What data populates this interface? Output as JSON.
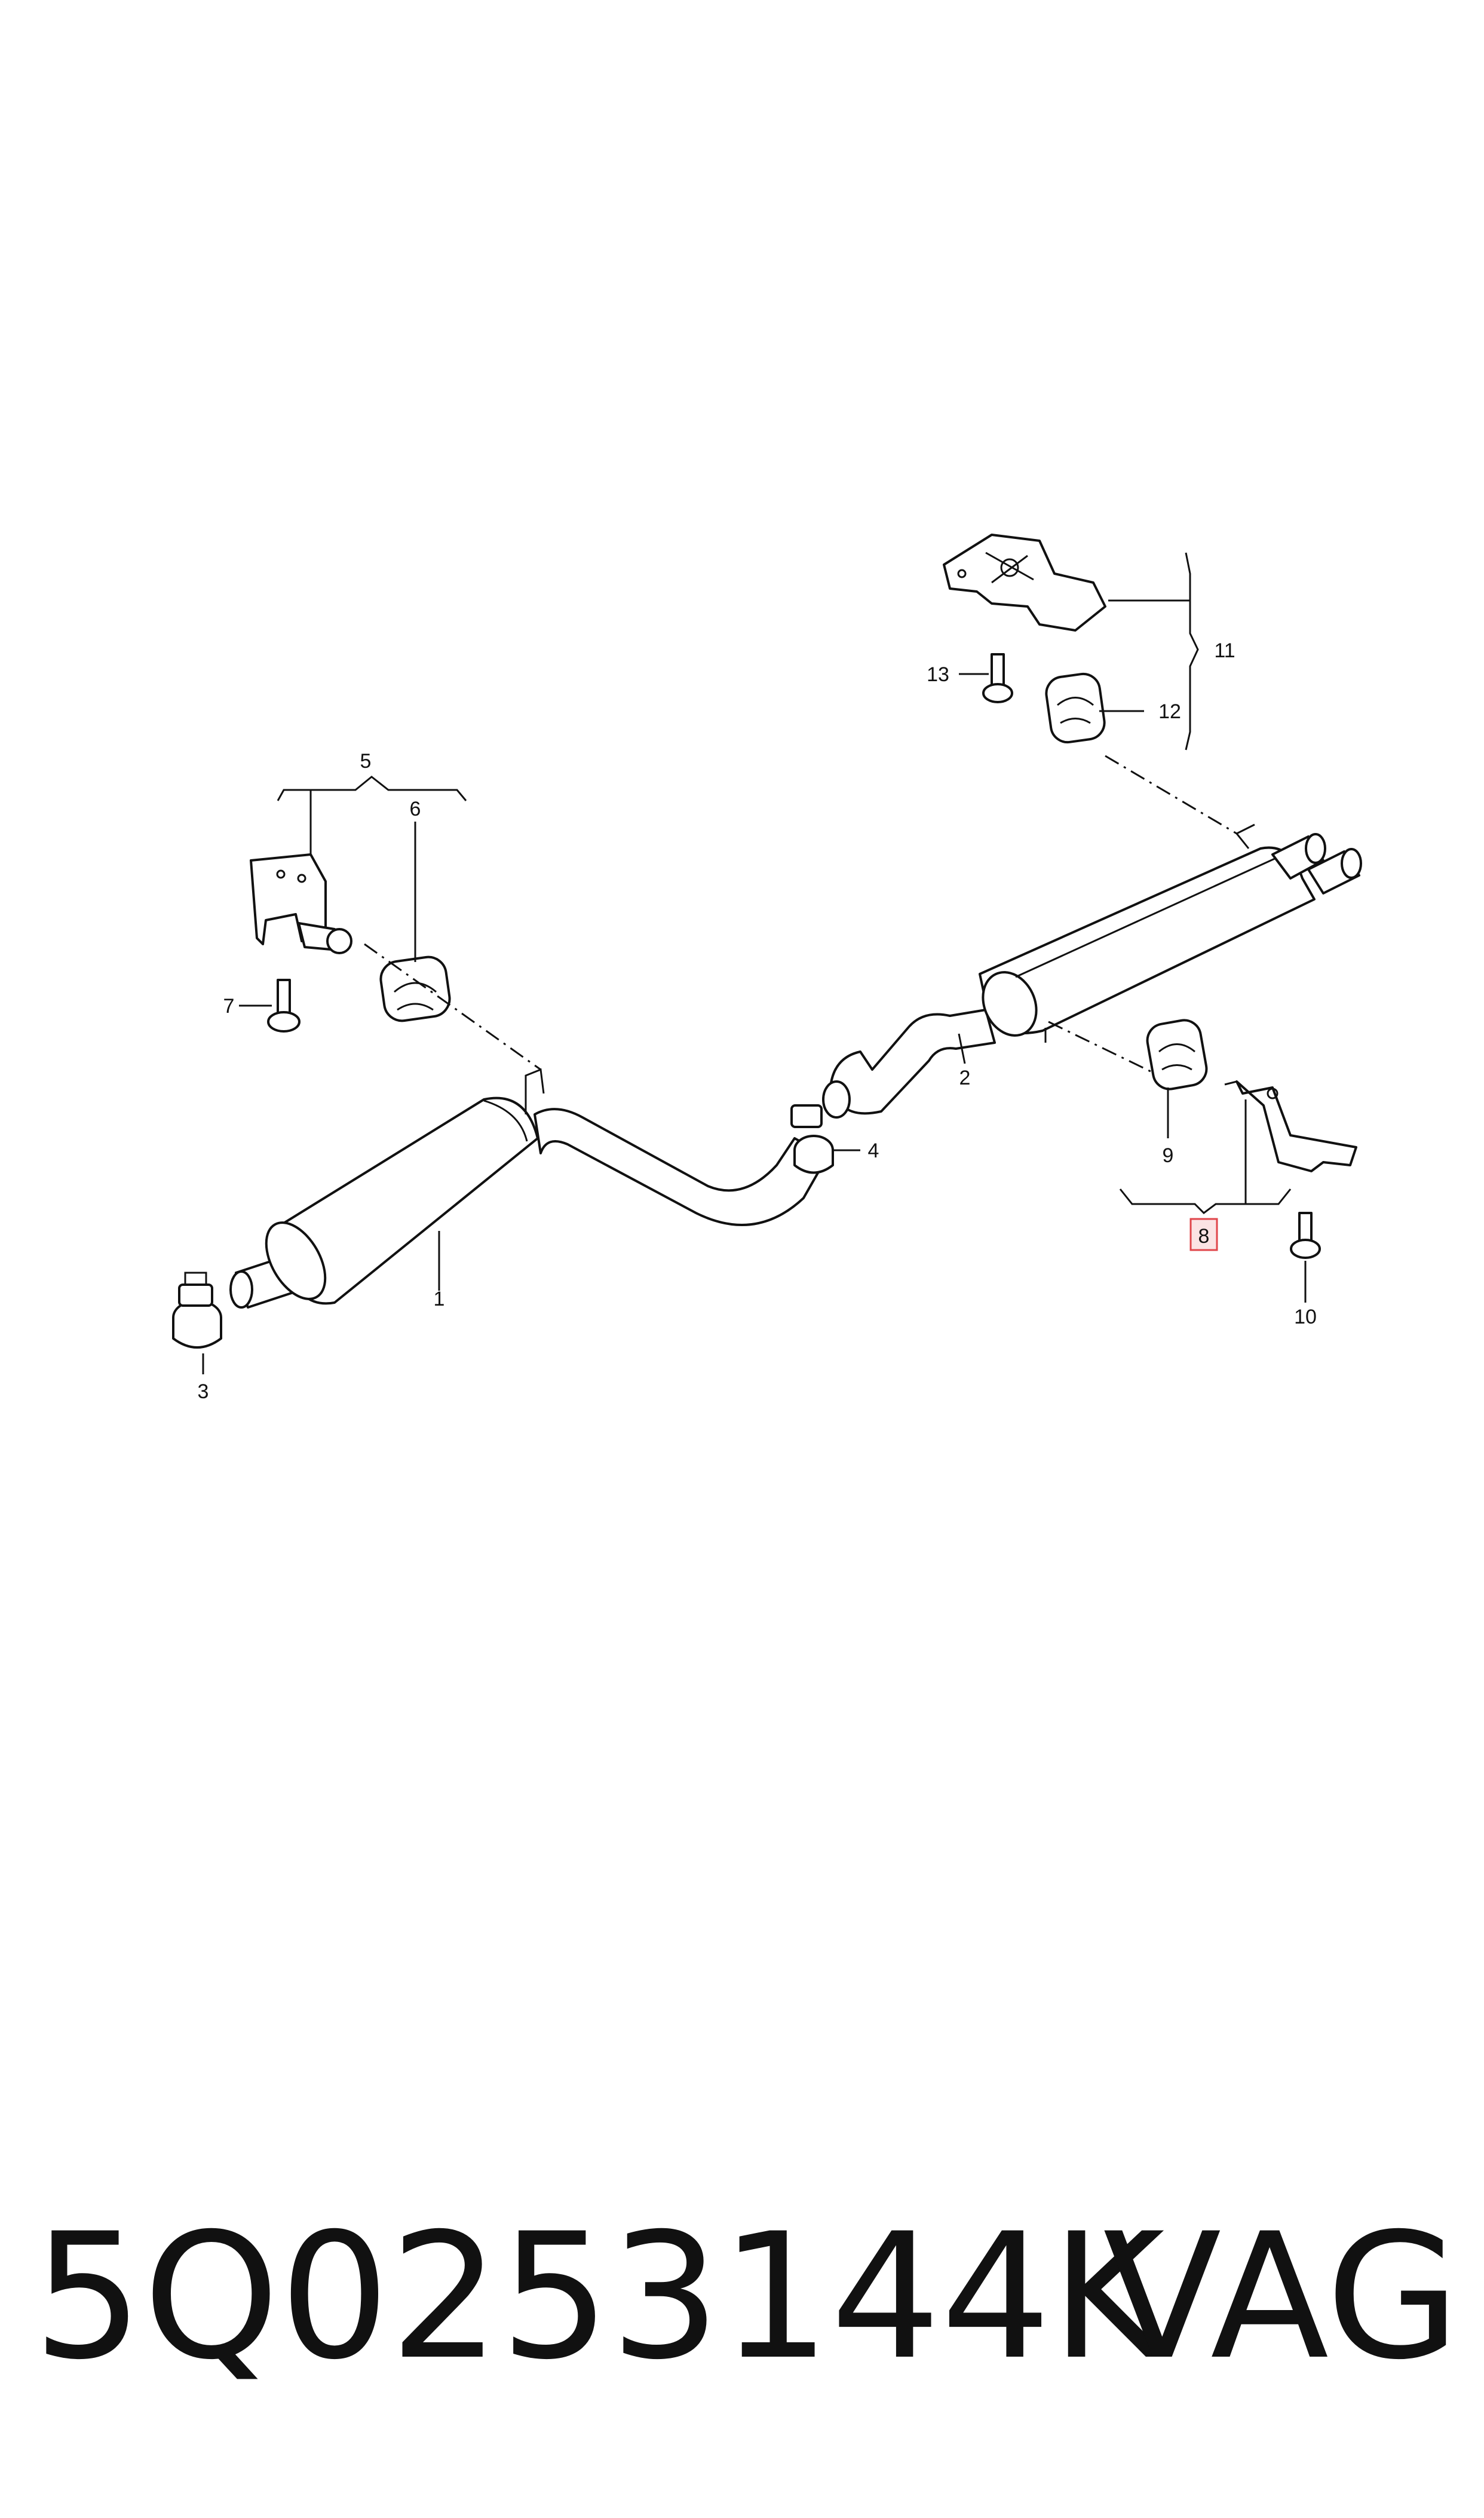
{
  "callouts": {
    "c1": "1",
    "c2": "2",
    "c3": "3",
    "c4": "4",
    "c5": "5",
    "c6": "6",
    "c7": "7",
    "c8": "8",
    "c9": "9",
    "c10": "10",
    "c11": "11",
    "c12": "12",
    "c13": "13"
  },
  "highlighted_callout": "8",
  "highlight_color": "#e0464b",
  "footer": {
    "part_number": "5Q0253144K",
    "brand": "VAG"
  }
}
